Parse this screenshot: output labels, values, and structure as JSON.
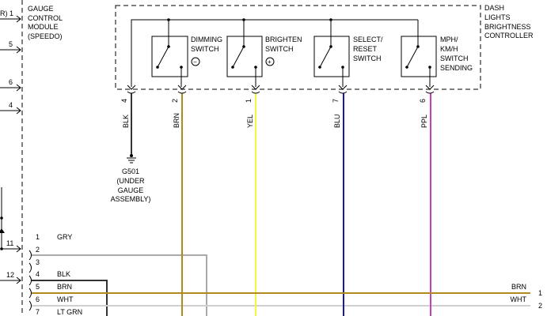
{
  "gauge_module": {
    "label_lines": [
      "GAUGE",
      "CONTROL",
      "MODULE",
      "(SPEEDO)"
    ],
    "pins": [
      "R) 1",
      "5",
      "6",
      "4",
      "11",
      "12"
    ]
  },
  "controller": {
    "label_lines": [
      "DASH",
      "LIGHTS",
      "BRIGHTNESS",
      "CONTROLLER"
    ],
    "switches": [
      {
        "lines": [
          "DIMMING",
          "SWITCH"
        ],
        "symbol": "−"
      },
      {
        "lines": [
          "BRIGHTEN",
          "SWITCH"
        ],
        "symbol": "+"
      },
      {
        "lines": [
          "SELECT/",
          "RESET",
          "SWITCH"
        ]
      },
      {
        "lines": [
          "MPH/",
          "KM/H",
          "SWITCH",
          "SENDING"
        ]
      }
    ]
  },
  "wires": [
    {
      "pin": "4",
      "color_name": "BLK",
      "color": "#333333"
    },
    {
      "pin": "2",
      "color_name": "BRN",
      "color": "#b08a1e"
    },
    {
      "pin": "1",
      "color_name": "YEL",
      "color": "#f5f542"
    },
    {
      "pin": "7",
      "color_name": "BLU",
      "color": "#1a1aa0"
    },
    {
      "pin": "6",
      "color_name": "PPL",
      "color": "#c83cc8"
    }
  ],
  "ground": {
    "lines": [
      "G501",
      "(UNDER",
      "GAUGE",
      "ASSEMBLY)"
    ]
  },
  "connector": {
    "pins": [
      {
        "num": "1",
        "wire": "GRY"
      },
      {
        "num": "2",
        "wire": ""
      },
      {
        "num": "3",
        "wire": ""
      },
      {
        "num": "4",
        "wire": "BLK"
      },
      {
        "num": "5",
        "wire": "BRN"
      },
      {
        "num": "6",
        "wire": "WHT"
      },
      {
        "num": "7",
        "wire": "LT GRN"
      }
    ]
  },
  "right_outputs": [
    {
      "wire": "BRN",
      "num": "1"
    },
    {
      "wire": "WHT",
      "num": "2"
    }
  ],
  "colors": {
    "gry": "#aaaaaa",
    "wht": "#d0d0d0",
    "brn": "#b08a1e",
    "blk": "#333333"
  }
}
